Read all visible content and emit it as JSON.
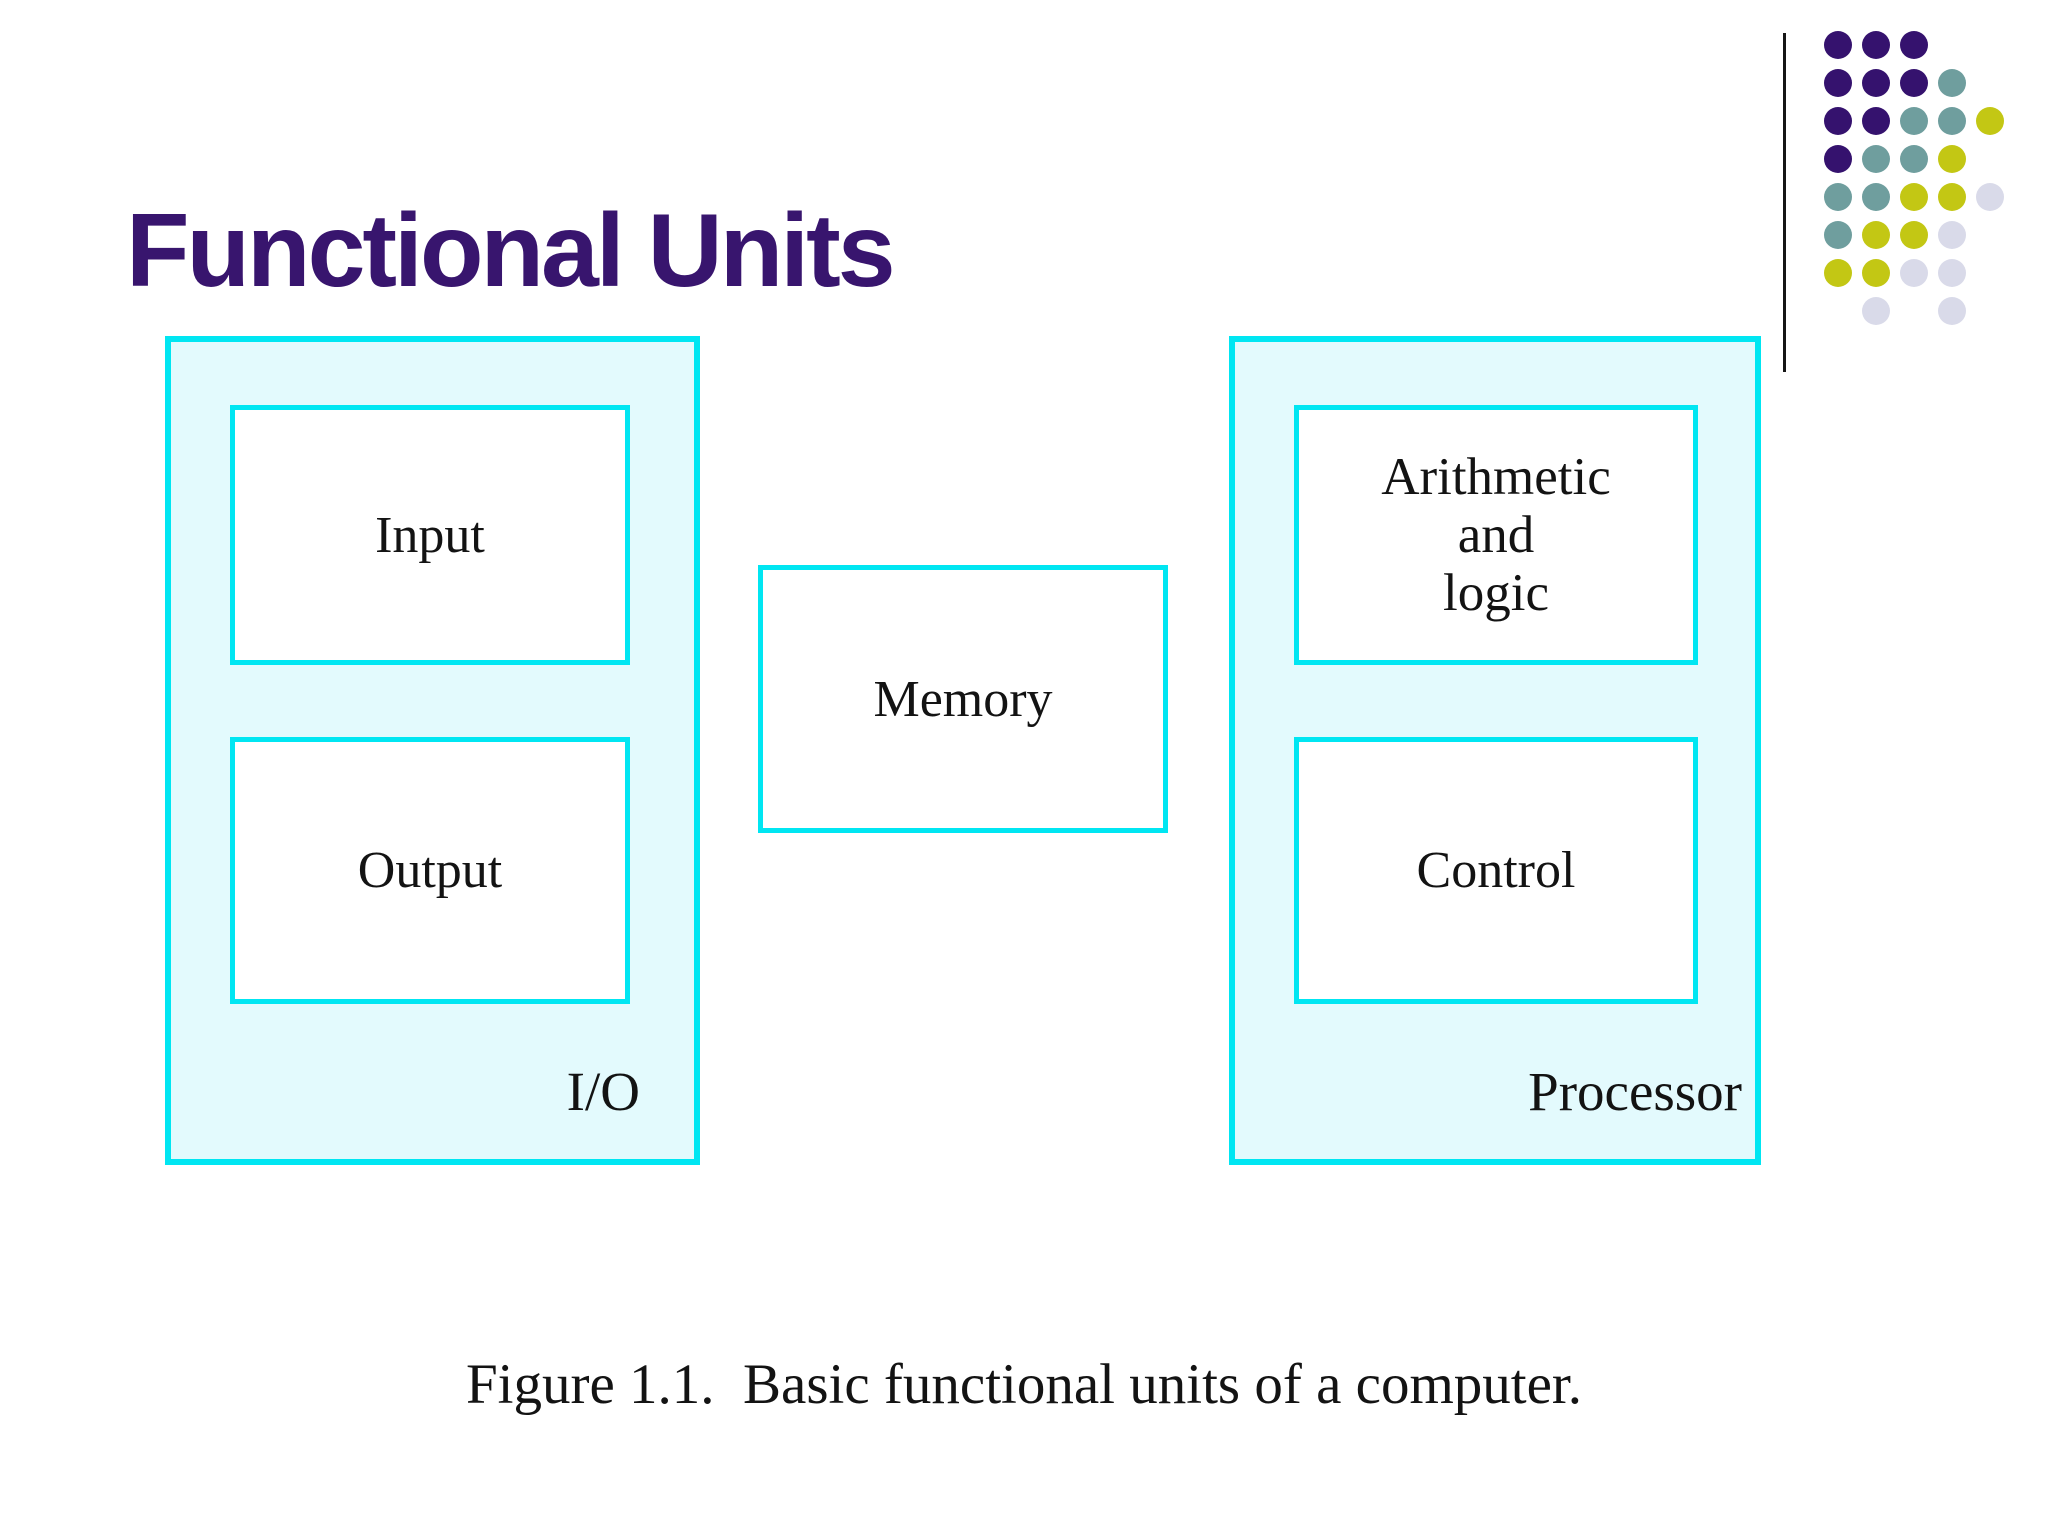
{
  "slide": {
    "title": "Functional Units",
    "caption": "Figure 1.1.  Basic functional units of a computer."
  },
  "diagram": {
    "io_unit": {
      "label": "I/O",
      "input_box": {
        "label": "Input"
      },
      "output_box": {
        "label": "Output"
      }
    },
    "memory_unit": {
      "label": "Memory"
    },
    "processor_unit": {
      "label": "Processor",
      "alu_box": {
        "label": "Arithmetic\nand\nlogic"
      },
      "control_box": {
        "label": "Control"
      }
    }
  },
  "colors": {
    "theme": {
      "bg": "#ffffff",
      "title_purple": "#38156e",
      "accent_cyan": "#00e6f2",
      "unit_fill": "#e3fafd",
      "text_black": "#131313",
      "line_black": "#161616"
    },
    "dots": {
      "p": "#35126e",
      "t": "#6f9e9e",
      "y": "#c3c714",
      "l": "#d9dae9"
    }
  },
  "decoration": {
    "dot_pattern": [
      [
        "p",
        "p",
        "p",
        null,
        null
      ],
      [
        "p",
        "p",
        "p",
        "t",
        null
      ],
      [
        "p",
        "p",
        "t",
        "t",
        "y"
      ],
      [
        "p",
        "t",
        "t",
        "y",
        null
      ],
      [
        "t",
        "t",
        "y",
        "y",
        "l"
      ],
      [
        "t",
        "y",
        "y",
        "l",
        null
      ],
      [
        "y",
        "y",
        "l",
        "l",
        null
      ],
      [
        null,
        "l",
        null,
        "l",
        null
      ]
    ]
  }
}
